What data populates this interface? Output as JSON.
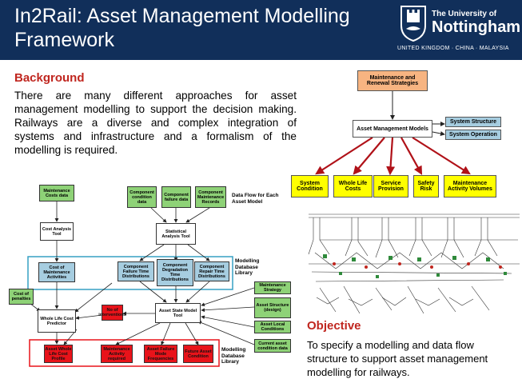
{
  "header": {
    "title": "In2Rail: Asset Management Modelling Framework",
    "logo": {
      "line1": "The University of",
      "line2": "Nottingham",
      "locations": "UNITED KINGDOM · CHINA · MALAYSIA"
    }
  },
  "background": {
    "heading": "Background",
    "text": "There are many different approaches for asset management modelling to support the decision making.  Railways are a diverse and complex integration of systems and infrastructure and a formalism of the modelling is required."
  },
  "objective": {
    "heading": "Objective",
    "text": "To specify a modelling and data flow structure to support asset management modelling for railways."
  },
  "flow_diagram": {
    "title": "Data Flow for Each Asset Model",
    "db_label_top": "Modelling Database Library",
    "db_label_bottom": "Modelling Database Library",
    "maint_costs": "Maintenance Costs data",
    "cost_tool": "Cost Analysis Tool",
    "cost_maint": "Cost of Maintenance Activities",
    "cost_penalties": "Cost of penalties",
    "wlc_predictor": "Whole Life Cost Predictor",
    "comp_cond": "Component condition data",
    "comp_fail": "Component failure data",
    "comp_records": "Component Maintenance Records",
    "stat_tool": "Statistical Analysis Tool",
    "dist_fail": "Component Failure Time Distributions",
    "dist_degr": "Component Degradation Time Distributions",
    "dist_repair": "Component Repair Time Distributions",
    "maint_strategy": "Maintenance Strategy",
    "asset_structure": "Asset Structure (design)",
    "asset_local": "Asset Local Conditions",
    "current_cond": "Current asset condition data",
    "asset_state_tool": "Asset State Model Tool",
    "no_interventions": "No of interventions",
    "out_wlc": "Asset Whole Life Cost Profile",
    "out_maint": "Maintenance Activity required",
    "out_failure": "Asset Failure Mode Frequencies",
    "out_cond": "Future Asset Condition"
  },
  "right_diagram": {
    "top": "Maintenance and Renewal Strategies",
    "center": "Asset Management Models",
    "system_structure": "System Structure",
    "system_operation": "System Operation",
    "outputs": [
      "System Condition",
      "Whole Life Costs",
      "Service Provision",
      "Safety Risk",
      "Maintenance Activity Volumes"
    ]
  },
  "colors": {
    "header_bg": "#112f5a",
    "heading_red": "#c0261f",
    "output_yellow": "#ffff00",
    "top_orange": "#f7b481",
    "arrow_red": "#b01118",
    "green": "#8ed277",
    "blue": "#a6cde0",
    "db_red": "#e8131a"
  }
}
